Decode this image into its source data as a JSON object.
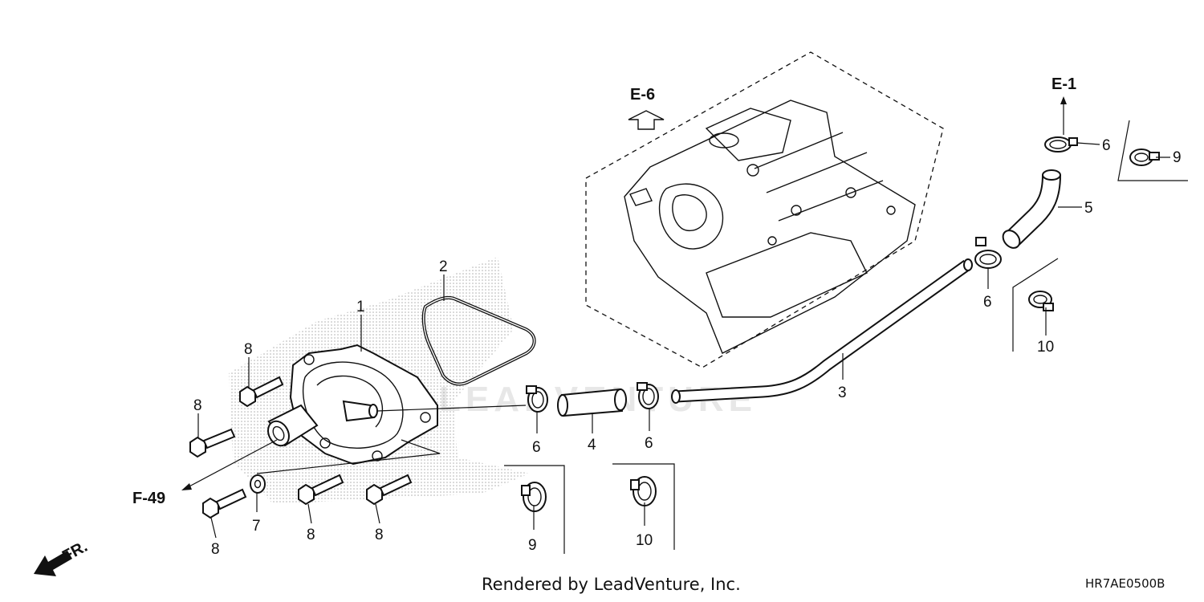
{
  "diagram": {
    "callouts": {
      "c1": "1",
      "c2": "2",
      "c3": "3",
      "c4": "4",
      "c5": "5",
      "c6a": "6",
      "c6b": "6",
      "c6c": "6",
      "c6d": "6",
      "c7": "7",
      "c8a": "8",
      "c8b": "8",
      "c8c": "8",
      "c8d": "8",
      "c8e": "8",
      "c9a": "9",
      "c9b": "9",
      "c10a": "10",
      "c10b": "10"
    },
    "references": {
      "e6": "E-6",
      "e1": "E-1",
      "f49": "F-49",
      "fr": "FR."
    },
    "watermark": "LEADVENTURE"
  },
  "footer": {
    "credit": "Rendered by LeadVenture, Inc.",
    "code": "HR7AE0500B"
  }
}
